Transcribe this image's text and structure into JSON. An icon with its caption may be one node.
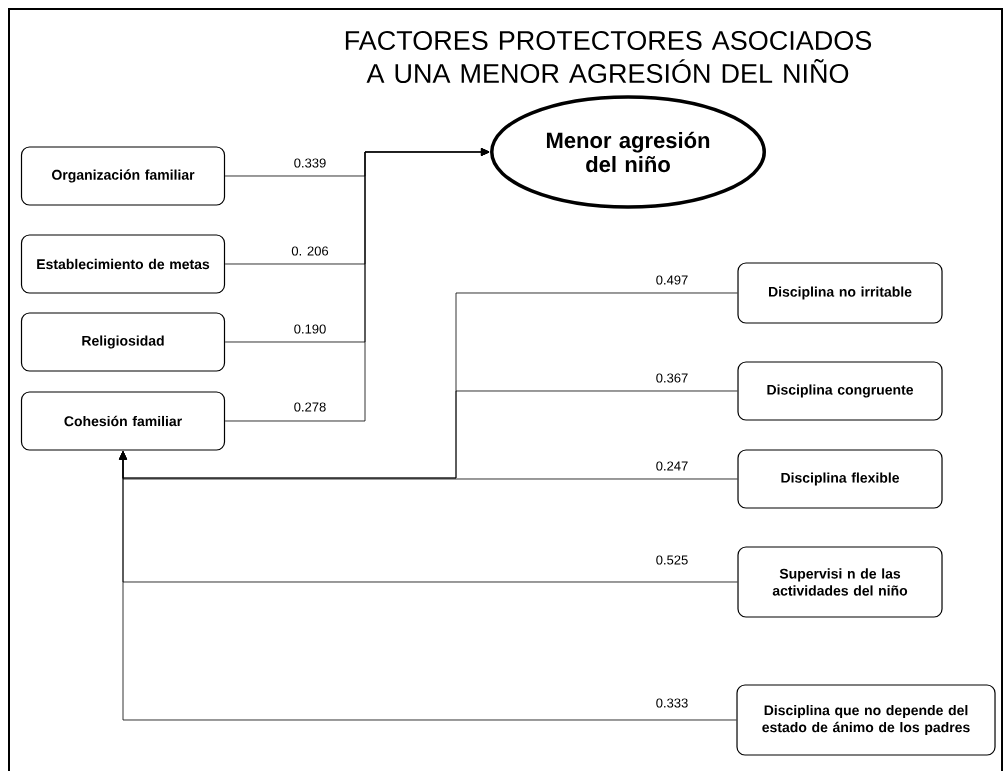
{
  "diagram": {
    "title": "FACTORES PROTECTORES ASOCIADOS A UNA MENOR AGRESIÓN DEL NIÑO",
    "nodes": [
      {
        "text": [
          "Organización familiar"
        ]
      },
      {
        "text": [
          "Establecimiento de metas"
        ]
      },
      {
        "text": [
          "Religiosidad"
        ]
      },
      {
        "text": [
          "Cohesión familiar"
        ]
      },
      {
        "text": [
          "Menor agresión del niño"
        ]
      },
      {
        "text": [
          "Disciplina no irritable"
        ]
      },
      {
        "text": [
          "Disciplina congruente"
        ]
      },
      {
        "text": [
          "Disciplina flexible"
        ]
      },
      {
        "text": [
          "Supervisi n de las actividades del niño"
        ]
      },
      {
        "text": [
          "Disciplina que no depende del estado de ánimo de los padres"
        ]
      }
    ],
    "edges": [
      {
        "from": 0,
        "to": 4,
        "arrow": "to",
        "label": "0.339"
      },
      {
        "from": 1,
        "to": 4,
        "arrow": "to",
        "label": "0. 206"
      },
      {
        "from": 2,
        "to": 4,
        "arrow": "to",
        "label": "0.190"
      },
      {
        "from": 3,
        "to": 4,
        "arrow": "to",
        "label": "0.278"
      },
      {
        "from": 5,
        "to": 3,
        "arrow": "to",
        "label": "0.497"
      },
      {
        "from": 6,
        "to": 3,
        "arrow": "to",
        "label": "0.367"
      },
      {
        "from": 7,
        "to": 3,
        "arrow": "to",
        "label": "0.247"
      },
      {
        "from": 8,
        "to": 3,
        "arrow": "to",
        "label": "0.525"
      },
      {
        "from": 9,
        "to": 3,
        "arrow": "to",
        "label": "0.333"
      }
    ]
  }
}
